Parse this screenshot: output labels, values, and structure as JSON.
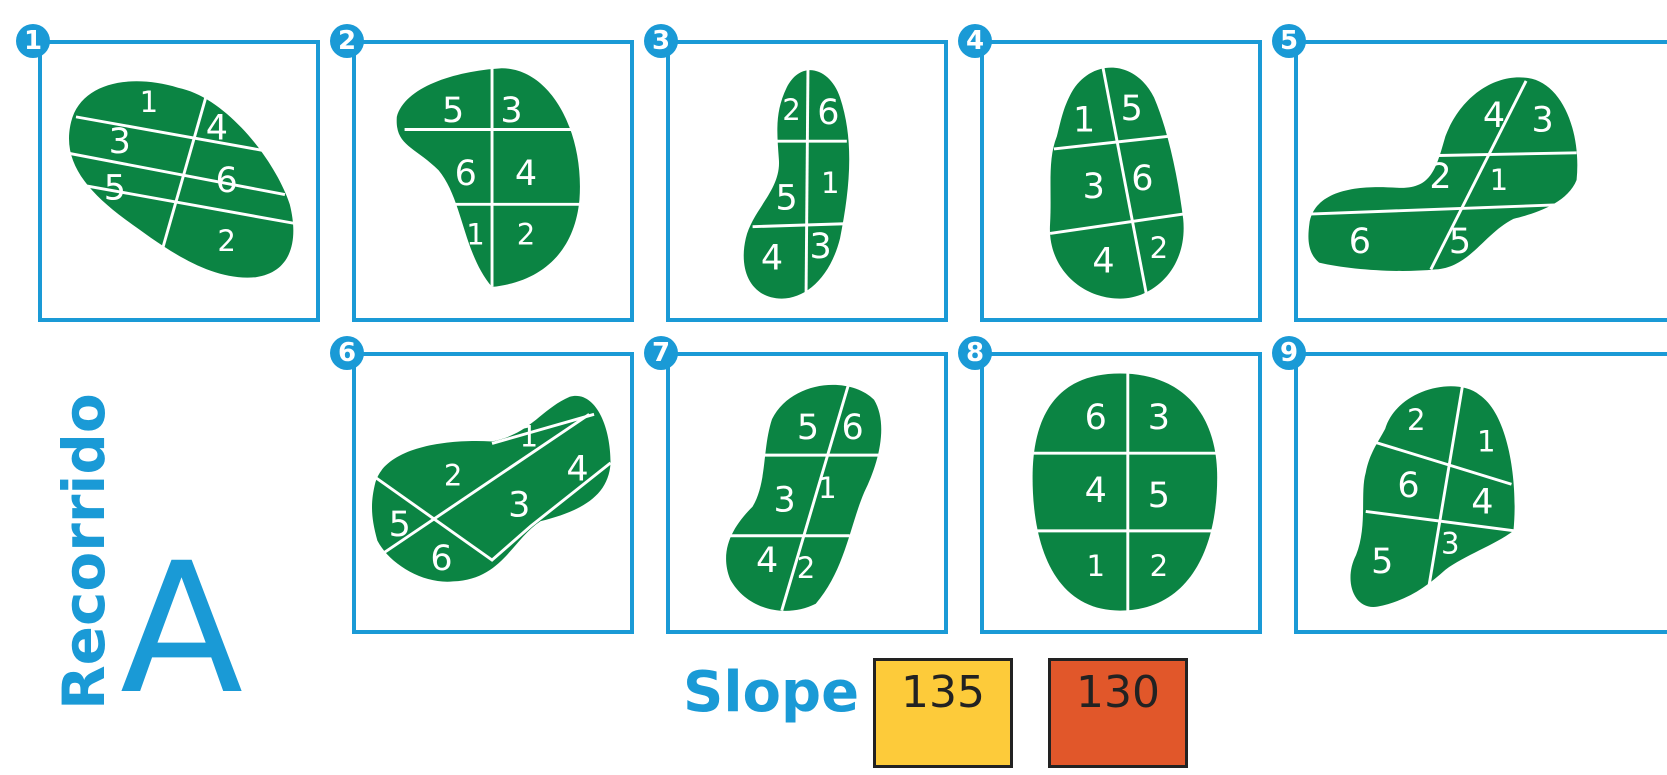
{
  "route": {
    "label": "Recorrido",
    "letter": "A"
  },
  "slope": {
    "label": "Slope",
    "ratings": [
      {
        "value": "135",
        "color": "#fdcb3a"
      },
      {
        "value": "130",
        "color": "#e1572a"
      }
    ]
  },
  "colors": {
    "frame": "#1a9ad6",
    "green": "#0b8443"
  },
  "holes": [
    {
      "number": "1",
      "sections": [
        "1",
        "4",
        "3",
        "6",
        "5",
        "2"
      ]
    },
    {
      "number": "2",
      "sections": [
        "5",
        "3",
        "6",
        "4",
        "1",
        "2"
      ]
    },
    {
      "number": "3",
      "sections": [
        "2",
        "6",
        "5",
        "1",
        "4",
        "3"
      ]
    },
    {
      "number": "4",
      "sections": [
        "1",
        "5",
        "3",
        "6",
        "4",
        "2"
      ]
    },
    {
      "number": "5",
      "sections": [
        "4",
        "3",
        "2",
        "1",
        "6",
        "5"
      ]
    },
    {
      "number": "6",
      "sections": [
        "1",
        "2",
        "4",
        "3",
        "5",
        "6"
      ]
    },
    {
      "number": "7",
      "sections": [
        "5",
        "6",
        "3",
        "1",
        "4",
        "2"
      ]
    },
    {
      "number": "8",
      "sections": [
        "6",
        "3",
        "4",
        "5",
        "1",
        "2"
      ]
    },
    {
      "number": "9",
      "sections": [
        "2",
        "1",
        "6",
        "4",
        "5",
        "3"
      ]
    }
  ]
}
